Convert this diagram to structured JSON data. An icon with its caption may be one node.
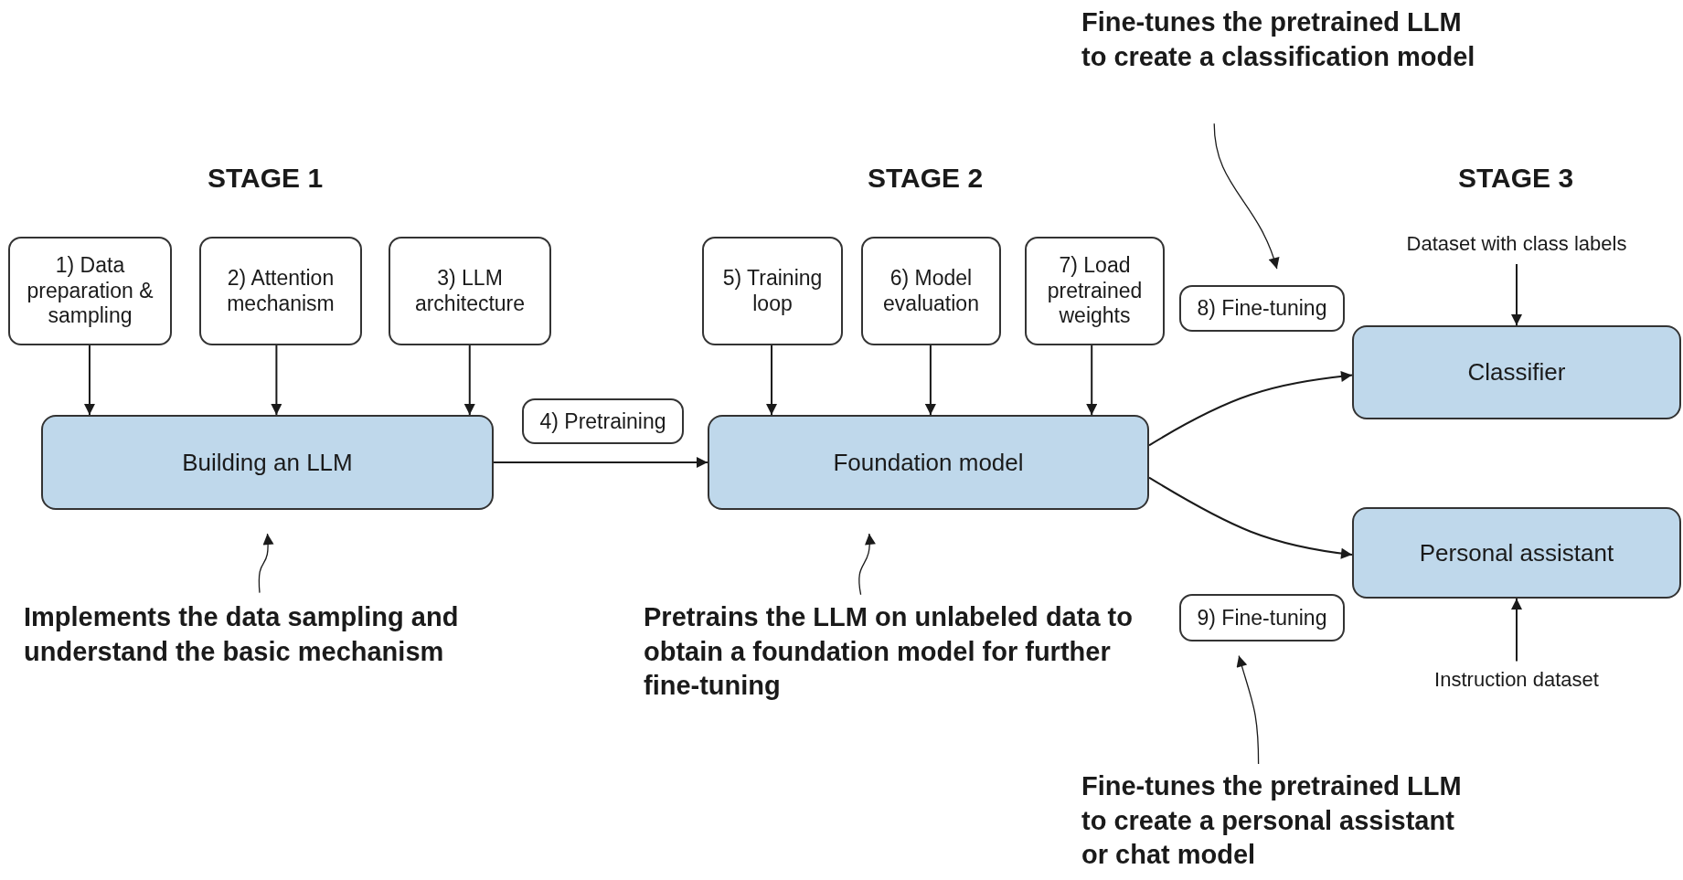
{
  "diagram": {
    "nodes": [
      {
        "text": [
          "1) Data preparation & sampling"
        ]
      },
      {
        "text": [
          "2) Attention mechanism"
        ]
      },
      {
        "text": [
          "3) LLM architecture"
        ]
      },
      {
        "text": [
          "Building an LLM"
        ]
      },
      {
        "text": [
          "4) Pretraining"
        ]
      },
      {
        "text": [
          "5) Training loop"
        ]
      },
      {
        "text": [
          "6) Model evaluation"
        ]
      },
      {
        "text": [
          "7) Load pretrained weights"
        ]
      },
      {
        "text": [
          "Foundation model"
        ]
      },
      {
        "text": [
          "Fine-tunes the pretrained LLM to create a classification model"
        ]
      },
      {
        "text": [
          "8) Fine-tuning"
        ]
      },
      {
        "text": [
          "Dataset with class labels"
        ]
      },
      {
        "text": [
          "Classifier"
        ]
      },
      {
        "text": [
          "Personal assistant"
        ]
      },
      {
        "text": [
          "9) Fine-tuning"
        ]
      },
      {
        "text": [
          "Instruction dataset"
        ]
      },
      {
        "text": [
          "Implements the data sampling and understand the basic mechanism"
        ]
      },
      {
        "text": [
          "Pretrains the LLM on unlabeled data to obtain a foundation model for further fine-tuning"
        ]
      },
      {
        "text": [
          "Fine-tunes the pretrained LLM to create a personal assistant or chat model"
        ]
      }
    ],
    "edges": [
      {
        "from": 0,
        "to": 3,
        "arrow": "to"
      },
      {
        "from": 1,
        "to": 3,
        "arrow": "to"
      },
      {
        "from": 2,
        "to": 3,
        "arrow": "to"
      },
      {
        "from": 3,
        "to": 8,
        "arrow": "to"
      },
      {
        "from": 5,
        "to": 8,
        "arrow": "to"
      },
      {
        "from": 6,
        "to": 8,
        "arrow": "to"
      },
      {
        "from": 7,
        "to": 8,
        "arrow": "to"
      },
      {
        "from": 8,
        "to": 12,
        "arrow": "to"
      },
      {
        "from": 8,
        "to": 13,
        "arrow": "to"
      },
      {
        "from": 11,
        "to": 12,
        "arrow": "to"
      },
      {
        "from": 15,
        "to": 13,
        "arrow": "to"
      },
      {
        "from": 9,
        "to": 10,
        "arrow": "to"
      },
      {
        "from": 16,
        "to": 3,
        "arrow": "to"
      },
      {
        "from": 17,
        "to": 8,
        "arrow": "to"
      },
      {
        "from": 18,
        "to": 14,
        "arrow": "to"
      }
    ],
    "labels": [
      "STAGE 1",
      "STAGE 2",
      "STAGE 3"
    ]
  }
}
